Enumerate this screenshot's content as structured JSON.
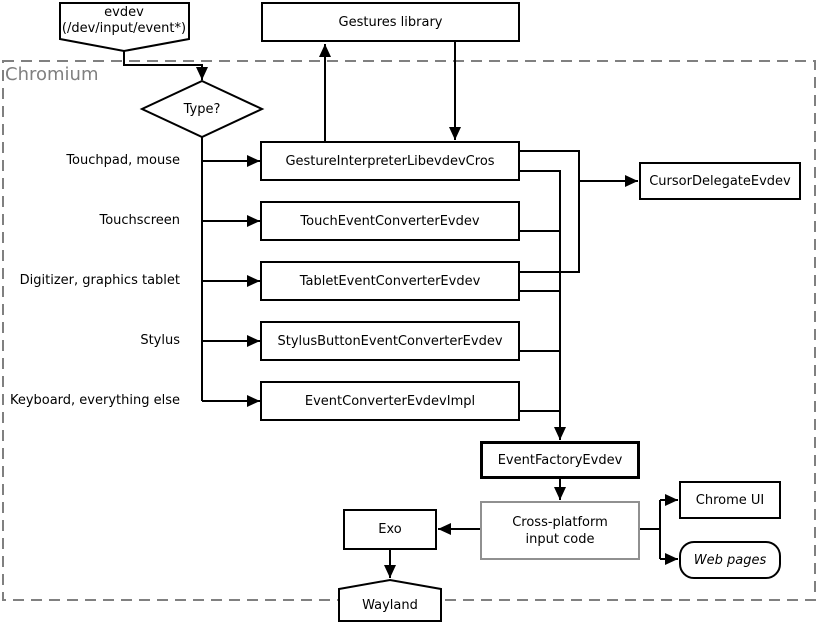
{
  "diagram": {
    "outer_container_label": "Chromium",
    "nodes": {
      "evdev": {
        "line1": "evdev",
        "line2": "(/dev/input/event*)"
      },
      "gestures_library": "Gestures library",
      "type_decision": "Type?",
      "gesture_interpreter": "GestureInterpreterLibevdevCros",
      "touch_converter": "TouchEventConverterEvdev",
      "tablet_converter": "TabletEventConverterEvdev",
      "stylus_converter": "StylusButtonEventConverterEvdev",
      "event_converter_impl": "EventConverterEvdevImpl",
      "cursor_delegate": "CursorDelegateEvdev",
      "event_factory": "EventFactoryEvdev",
      "cross_platform": {
        "line1": "Cross-platform",
        "line2": "input code"
      },
      "exo": "Exo",
      "chrome_ui": "Chrome UI",
      "web_pages": "Web pages",
      "wayland": "Wayland"
    },
    "input_labels": [
      "Touchpad, mouse",
      "Touchscreen",
      "Digitizer, graphics tablet",
      "Stylus",
      "Keyboard, everything else"
    ],
    "edges": [
      "evdev -> Type?",
      "Type? -> GestureInterpreterLibevdevCros",
      "Type? -> TouchEventConverterEvdev",
      "Type? -> TabletEventConverterEvdev",
      "Type? -> StylusButtonEventConverterEvdev",
      "Type? -> EventConverterEvdevImpl",
      "GestureInterpreterLibevdevCros -> Gestures library",
      "Gestures library -> GestureInterpreterLibevdevCros",
      "GestureInterpreterLibevdevCros,TabletEventConverterEvdev -> CursorDelegateEvdev",
      "converters -> EventFactoryEvdev",
      "EventFactoryEvdev -> Cross-platform input code",
      "Cross-platform input code -> Exo",
      "Cross-platform input code -> Chrome UI",
      "Cross-platform input code -> Web pages",
      "Exo -> Wayland"
    ],
    "colors": {
      "line": "#000000",
      "box_border": "#000000",
      "dashed_border": "#808080",
      "outer_label_text": "#808080",
      "cross_platform_border": "#909090",
      "background": "#ffffff"
    }
  }
}
